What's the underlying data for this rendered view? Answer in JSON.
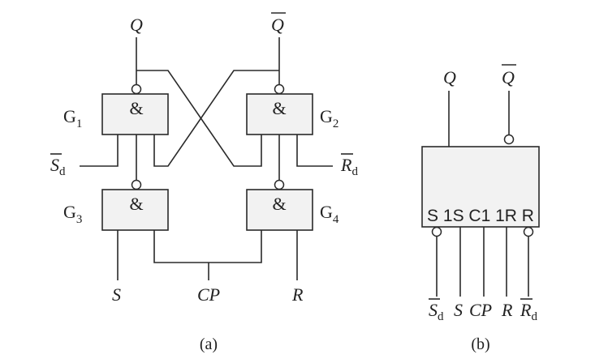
{
  "diagram_a": {
    "caption": "(a)",
    "gates": [
      {
        "name": "G",
        "sub": "1",
        "symbol": "&"
      },
      {
        "name": "G",
        "sub": "2",
        "symbol": "&"
      },
      {
        "name": "G",
        "sub": "3",
        "symbol": "&"
      },
      {
        "name": "G",
        "sub": "4",
        "symbol": "&"
      }
    ],
    "outputs": {
      "q": "Q",
      "q_bar": "Q"
    },
    "inputs": {
      "sd_main": "S",
      "sd_sub": "d",
      "rd_main": "R",
      "rd_sub": "d",
      "s": "S",
      "cp": "CP",
      "r": "R"
    }
  },
  "diagram_b": {
    "caption": "(b)",
    "outputs": {
      "q": "Q",
      "q_bar": "Q"
    },
    "pin_labels": "S 1S C1 1R R",
    "inputs": {
      "sd_main": "S",
      "sd_sub": "d",
      "s": "S",
      "cp": "CP",
      "r": "R",
      "rd_main": "R",
      "rd_sub": "d"
    }
  }
}
